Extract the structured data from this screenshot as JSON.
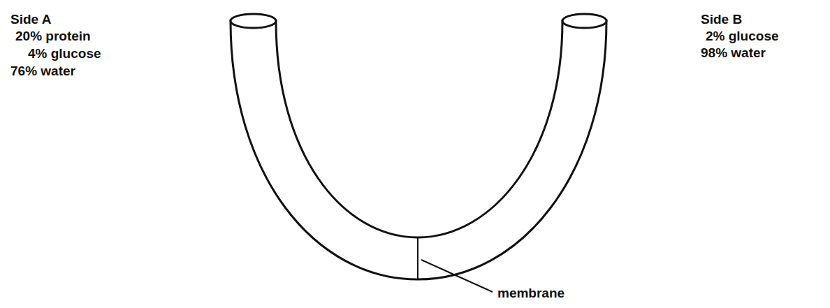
{
  "diagram": {
    "labels": [
      "Side A",
      "20% protein",
      "4% glucose",
      "76% water",
      "Side B",
      "2% glucose",
      "98% water",
      "membrane"
    ]
  }
}
